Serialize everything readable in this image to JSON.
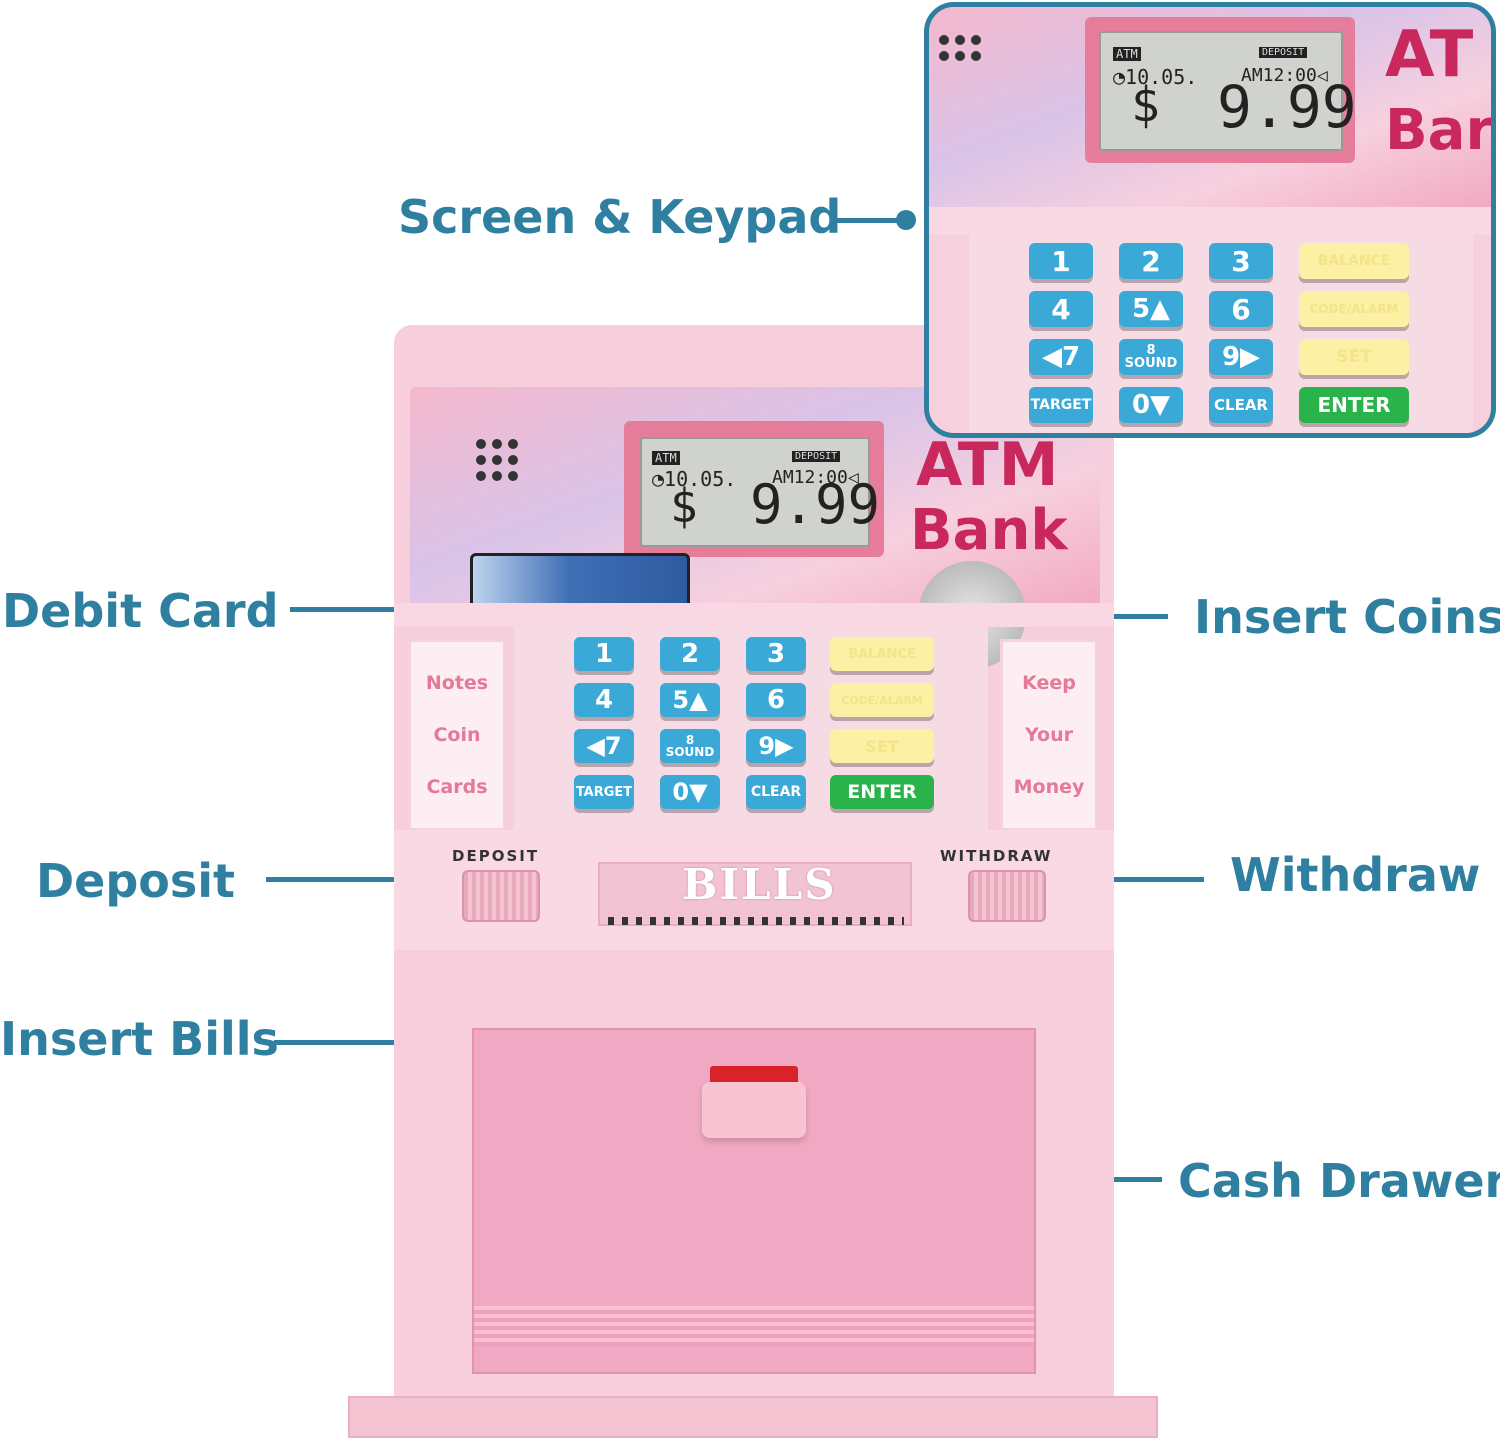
{
  "callouts": {
    "screen_keypad": "Screen & Keypad",
    "debit_card": "Debit Card",
    "insert_coins": "Insert Coins",
    "deposit": "Deposit",
    "withdraw": "Withdraw",
    "insert_bills": "Insert Bills",
    "cash_drawer": "Cash Drawer"
  },
  "screen": {
    "mode_label": "ATM",
    "deposit_label": "DEPOSIT",
    "left_small": "◔10.05.",
    "right_small": "AM12:00◁",
    "currency": "$",
    "amount": "9.99"
  },
  "brand": {
    "line1": "ATM",
    "line2": "Bank",
    "inset_line1": "AT",
    "inset_line2": "Bar"
  },
  "keypad": {
    "k1": "1",
    "k2": "2",
    "k3": "3",
    "k4": "4",
    "k5": "5▲",
    "k6": "6",
    "k7": "◀7",
    "k8": "8\nSOUND",
    "k9": "9▶",
    "target": "TARGET",
    "k0": "0▼",
    "clear": "CLEAR",
    "balance": "BALANCE",
    "code_alarm": "CODE/ALARM",
    "set": "SET",
    "enter": "ENTER"
  },
  "side_left": [
    "Notes",
    "Coin",
    "Cards"
  ],
  "side_right": [
    "Keep",
    "Your",
    "Money"
  ],
  "lower": {
    "deposit_label": "DEPOSIT",
    "withdraw_label": "WITHDRAW",
    "bills_label": "BILLS"
  },
  "colors": {
    "accent": "#2f7fa0",
    "body_pink": "#f7cfdc",
    "key_blue": "#3aa9d8",
    "key_green": "#29b34a",
    "brand_red": "#c8285c"
  }
}
